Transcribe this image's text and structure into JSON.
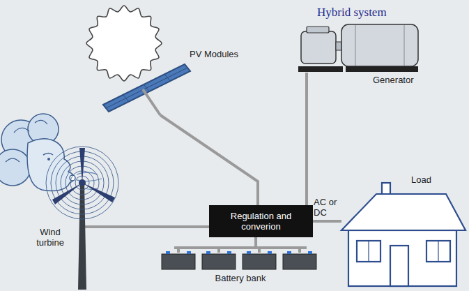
{
  "diagram": {
    "title": "Hybrid system",
    "nodes": [
      {
        "text": [
          "PV Modules"
        ]
      },
      {
        "text": [
          "Generator"
        ]
      },
      {
        "text": [
          "Wind turbine"
        ]
      },
      {
        "text": [
          "Regulation and converion"
        ]
      },
      {
        "text": [
          "Load"
        ]
      },
      {
        "text": [
          "Battery bank"
        ]
      }
    ],
    "edges": [
      {
        "from": 0,
        "to": 3,
        "arrow": "none"
      },
      {
        "from": 1,
        "to": 3,
        "arrow": "none"
      },
      {
        "from": 2,
        "to": 3,
        "arrow": "none"
      },
      {
        "from": 3,
        "to": 4,
        "label": "AC or DC",
        "arrow": "none"
      },
      {
        "from": 3,
        "to": 5,
        "arrow": "none"
      }
    ]
  }
}
